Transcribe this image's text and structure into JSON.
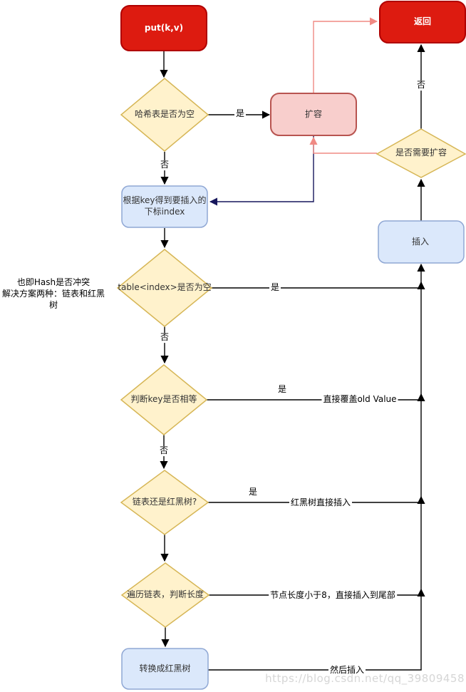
{
  "colors": {
    "red_fill": "#dd1b10",
    "red_stroke": "#b00000",
    "pink_fill": "#f8cecc",
    "pink_stroke": "#b85450",
    "salmon_connector": "#f08a84",
    "yellow_fill": "#fff2cc",
    "yellow_stroke": "#d6b656",
    "blue_fill": "#dbe8fb",
    "blue_stroke": "#8fa7d4",
    "navy_connector": "#17175c",
    "black_connector": "#000000"
  },
  "nodes": {
    "put": {
      "label": "put(k,v)"
    },
    "ret": {
      "label": "返回"
    },
    "expand": {
      "label": "扩容"
    },
    "hash_empty": {
      "label": "哈希表是否为空"
    },
    "need_expand": {
      "label": "是否需要扩容"
    },
    "get_index": {
      "line1": "根据key得到要插入的",
      "line2": "下标index"
    },
    "insert": {
      "label": "插入"
    },
    "table_empty": {
      "label": "table<index>是否为空"
    },
    "key_equal": {
      "label": "判断key是否相等"
    },
    "list_or_tree": {
      "label": "链表还是红黑树?"
    },
    "traverse": {
      "label": "遍历链表，判断长度"
    },
    "to_rbtree": {
      "label": "转换成红黑树"
    }
  },
  "edge_labels": {
    "yes_hash_empty": "是",
    "no_hash_empty": "否",
    "no_need_expand": "否",
    "yes_table_empty": "是",
    "no_table_empty": "否",
    "yes_key_equal": "是",
    "override_old_value": "直接覆盖old Value",
    "no_key_equal": "否",
    "yes_list_or_tree": "是",
    "rbtree_direct_insert": "红黑树直接插入",
    "len_lt_8": "节点长度小于8，直接插入到尾部",
    "then_insert": "然后插入"
  },
  "annotation": {
    "line1": "也即Hash是否冲突",
    "line2": "解决方案两种：链表和红黑",
    "line3": "树"
  },
  "watermark": "https://blog.csdn.net/qq_39809458"
}
